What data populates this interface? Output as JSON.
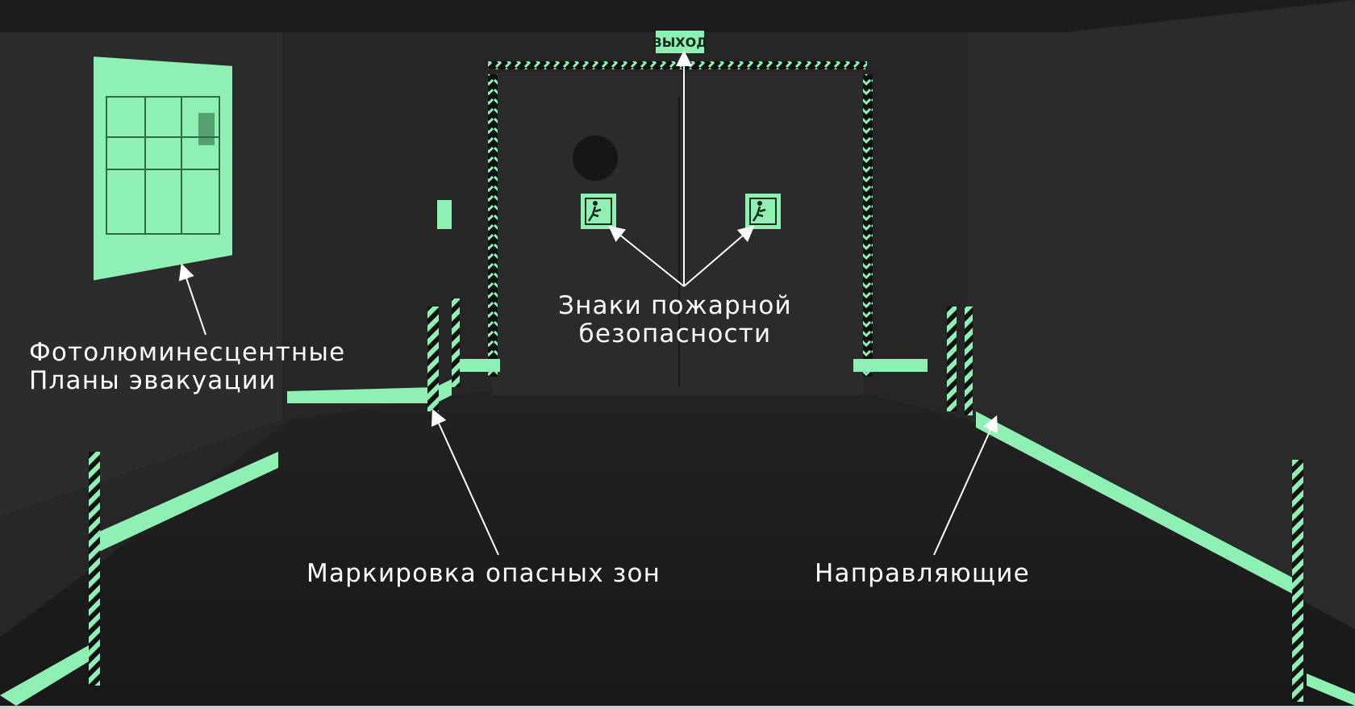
{
  "image": {
    "exit_sign_text": "ВЫХОД",
    "colors": {
      "glow": "#8ff0b4",
      "glow_dim": "#5fcf92",
      "wall": "#262626",
      "floor": "#1d1d1d",
      "door": "#2b2b2b",
      "arrow": "#ffffff",
      "frame_border": "#bdbdbd"
    }
  },
  "labels": {
    "plans_line1": "Фотолюминесцентные",
    "plans_line2": "Планы эвакуации",
    "signs_line1": "Знаки пожарной",
    "signs_line2": "безопасности",
    "hazard": "Маркировка опасных зон",
    "guides": "Направляющие"
  }
}
